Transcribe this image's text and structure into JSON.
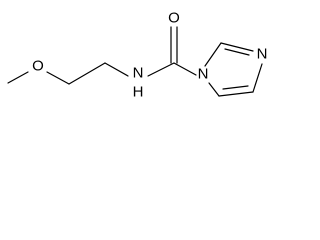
{
  "molecule": {
    "atoms": {
      "methoxy_oxygen": "O",
      "amide_nitrogen": "N",
      "amide_hydrogen": "H",
      "carbonyl_oxygen": "O",
      "imidazole_n1": "N",
      "imidazole_n3": "N"
    }
  },
  "colors": {
    "bond": "#000000",
    "label": "#000000",
    "background": "#ffffff"
  }
}
